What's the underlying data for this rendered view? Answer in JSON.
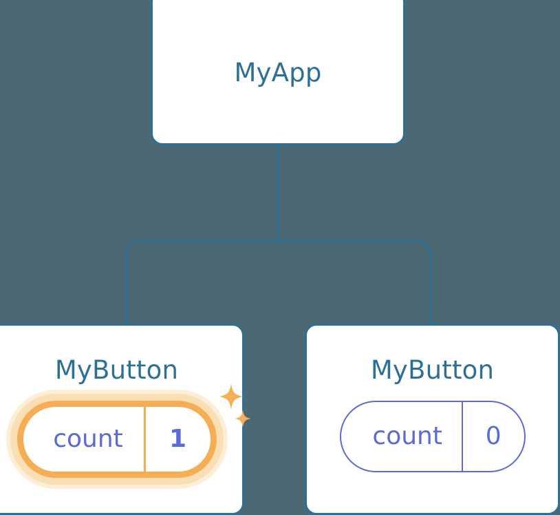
{
  "diagram": {
    "title": "component-tree",
    "background_color": "#4c6872",
    "node_border_color": "#2d7097",
    "node_title_color": "#2d7097",
    "state_color": "#5b6ad6",
    "highlight_color": "#f6ae56",
    "glow_color": "#fadfb4",
    "connector_color": "#2d7097"
  },
  "root": {
    "label": "MyApp"
  },
  "children": [
    {
      "label": "MyButton",
      "state": {
        "key": "count",
        "value": "1"
      },
      "highlighted": true,
      "sparkles": [
        {
          "name": "sparkle-large"
        },
        {
          "name": "sparkle-small"
        }
      ]
    },
    {
      "label": "MyButton",
      "state": {
        "key": "count",
        "value": "0"
      },
      "highlighted": false
    }
  ]
}
